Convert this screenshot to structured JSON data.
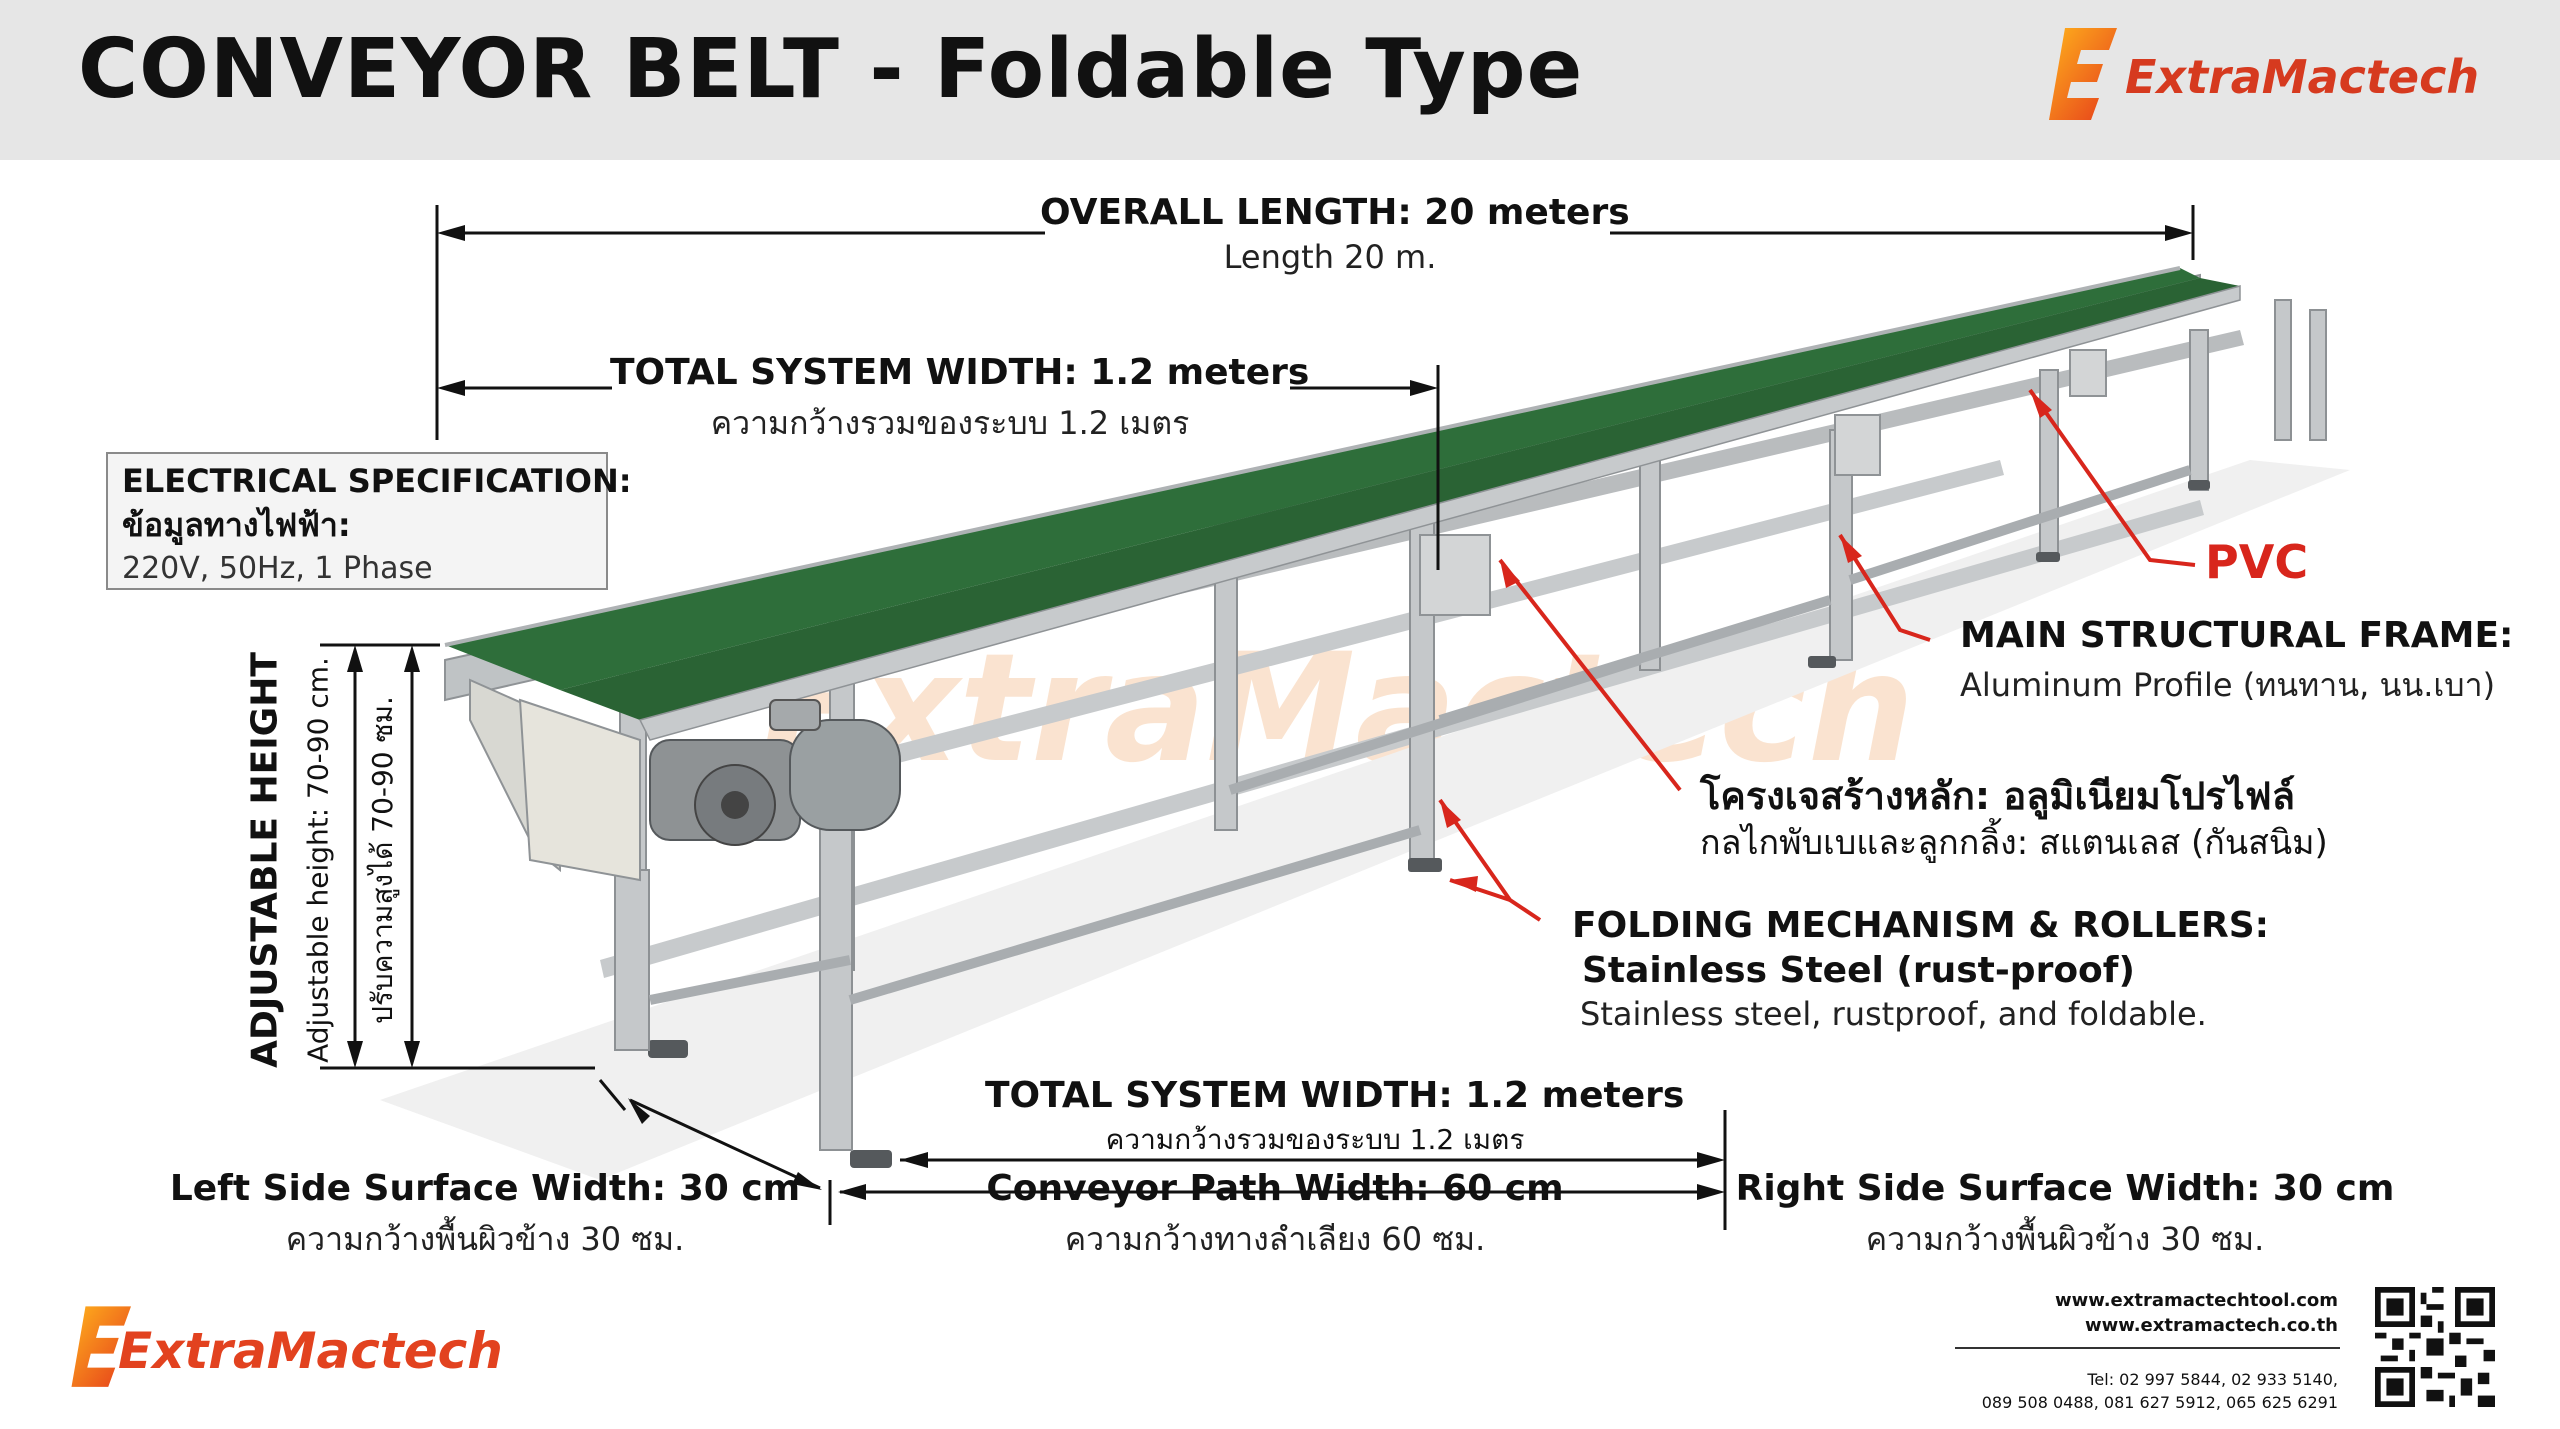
{
  "header": {
    "title": "CONVEYOR BELT - Foldable Type",
    "brand": "ExtraMactech"
  },
  "watermark": "ExtraMactech",
  "dimensions": {
    "overall_length_label": "OVERALL LENGTH: 20 meters",
    "overall_length_sub": "Length 20 m.",
    "total_width_top_label": "TOTAL SYSTEM WIDTH: 1.2 meters",
    "total_width_top_sub": "ความกว้างรวมของระบบ 1.2 เมตร",
    "total_width_bottom_label": "TOTAL SYSTEM WIDTH: 1.2 meters",
    "total_width_bottom_sub": "ความกว้างรวมของระบบ 1.2 เมตร",
    "left_surface_label": "Left Side Surface Width: 30 cm",
    "left_surface_sub": "ความกว้างพื้นผิวข้าง 30 ซม.",
    "conveyor_path_label": "Conveyor Path Width: 60 cm",
    "conveyor_path_sub": "ความกว้างทางลำเลียง 60 ซม.",
    "right_surface_label": "Right Side Surface Width: 30 cm",
    "right_surface_sub": "ความกว้างพื้นผิวข้าง 30 ซม.",
    "height_label": "ADJUSTABLE HEIGHT",
    "height_sub_en": "Adjustable height: 70-90 cm.",
    "height_sub_th": "ปรับความสูงได้ 70-90 ซม."
  },
  "electrical": {
    "title": "ELECTRICAL SPECIFICATION:",
    "title_th": "ข้อมูลทางไฟฟ้า:",
    "value": "220V, 50Hz, 1 Phase"
  },
  "callouts": {
    "pvc": "PVC",
    "frame_title": "MAIN STRUCTURAL FRAME:",
    "frame_sub": "Aluminum Profile (ทนทาน, นน.เบา)",
    "frame_th_title": "โครงเจสร้างหลัก: อลูมิเนียมโปรไฟล์",
    "frame_th_sub": "กลไกพับเบและลูกกลิ้ง: สแตนเลส (กันสนิม)",
    "folding_title": "FOLDING MECHANISM & ROLLERS:",
    "folding_sub1": "Stainless Steel (rust-proof)",
    "folding_sub2": "Stainless steel, rustproof, and foldable."
  },
  "contact": {
    "url1": "www.extramactechtool.com",
    "url2": "www.extramactech.co.th",
    "tel1": "Tel: 02 997 5844, 02 933 5140,",
    "tel2": "089 508 0488, 081 627 5912, 065 625 6291"
  },
  "colors": {
    "belt_green": "#2e6e3a",
    "frame_gray": "#c9ccce",
    "accent_red": "#d8261c",
    "brand_orange": "#f08a1c"
  },
  "icons": [
    "brand-logo-icon",
    "qr-code-icon",
    "motor-gearbox-icon"
  ]
}
